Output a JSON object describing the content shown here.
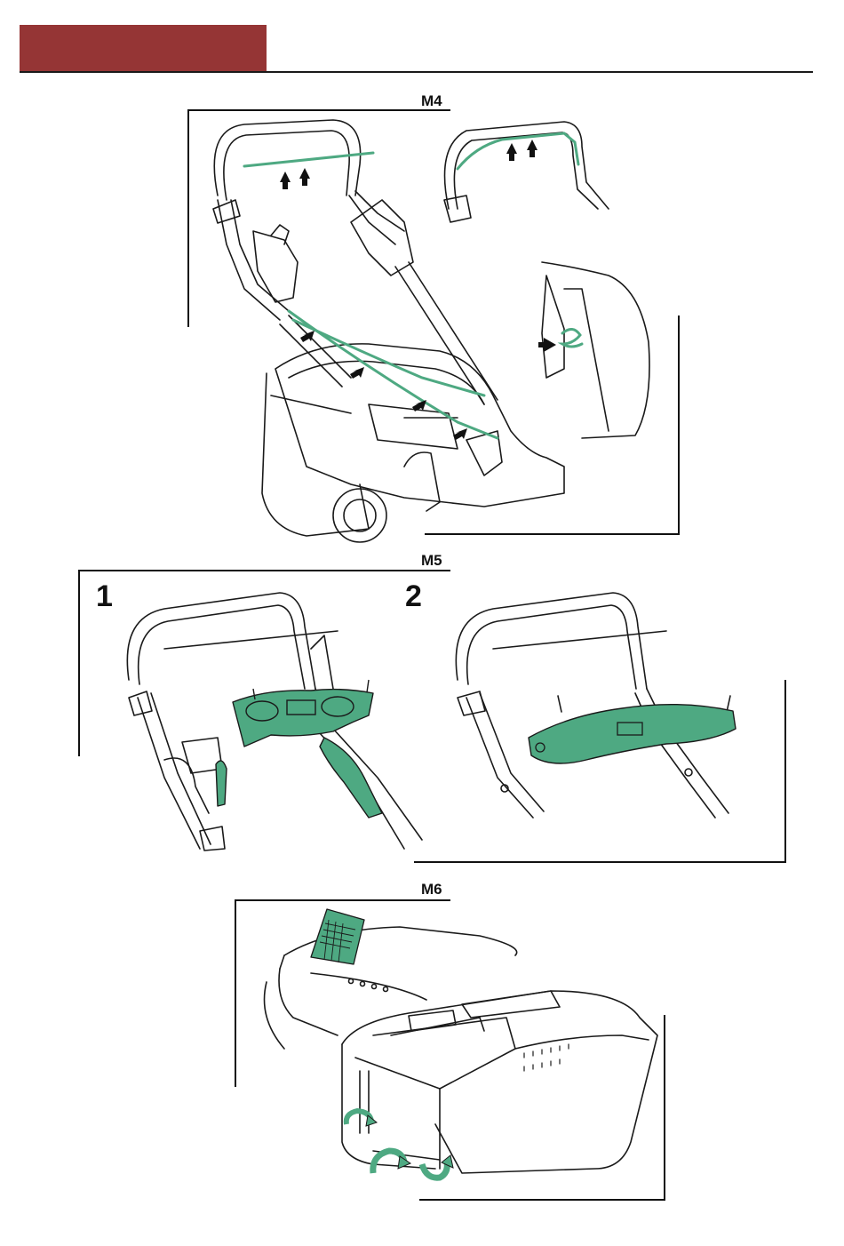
{
  "figures": {
    "m4": {
      "label": "M4"
    },
    "m5": {
      "label": "M5",
      "steps": [
        "1",
        "2"
      ]
    },
    "m6": {
      "label": "M6"
    }
  },
  "colors": {
    "accent_green": "#4ea982",
    "header_red": "#953535",
    "line": "#1a1a1a"
  },
  "icons": [
    "arrow-icon",
    "rotate-arrow-icon",
    "screw-icon",
    "cable-icon"
  ]
}
